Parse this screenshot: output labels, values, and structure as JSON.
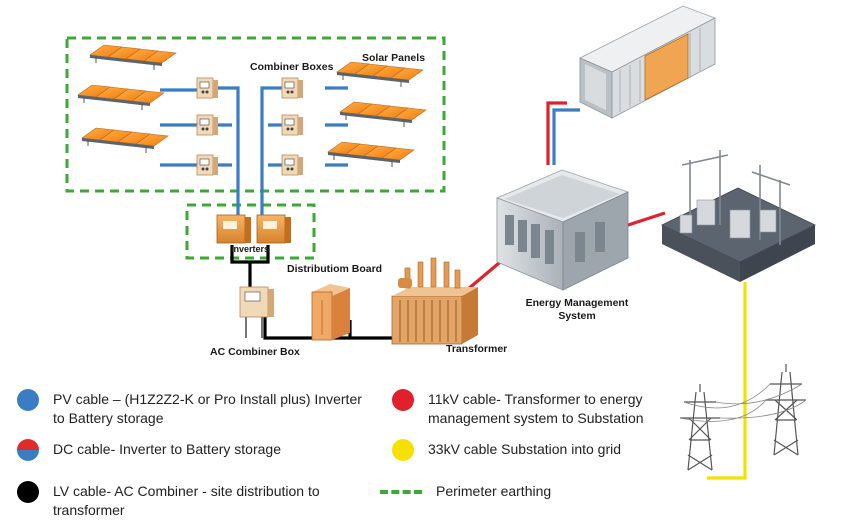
{
  "labels": {
    "combiner_boxes": "Combiner Boxes",
    "solar_panels": "Solar Panels",
    "inverters": "Inverters",
    "distribution_board": "Distributiom Board",
    "ac_combiner_box": "AC Combiner Box",
    "transformer": "Transformer",
    "ems_line1": "Energy Management",
    "ems_line2": "System"
  },
  "legend": {
    "pv_line1": "PV cable – (H1Z2Z2-K or Pro Install plus) Inverter",
    "pv_line2": "to Battery storage",
    "dc": "DC cable- Inverter to Battery storage",
    "lv_line1": "LV cable- AC Combiner - site distribution to",
    "lv_line2": "transformer",
    "kv11_line1": "11kV cable- Transformer to energy",
    "kv11_line2": "management system to Substation",
    "kv33": "33kV cable Substation into grid",
    "earthing": "Perimeter earthing"
  },
  "colors": {
    "pv_cable": "#3b7dc4",
    "dc_cable_top": "#e02b2b",
    "dc_cable_bottom": "#3b7dc4",
    "lv_cable": "#000000",
    "kv11_cable": "#e0202a",
    "kv33_cable": "#f5e000",
    "earthing": "#3aaa35"
  }
}
